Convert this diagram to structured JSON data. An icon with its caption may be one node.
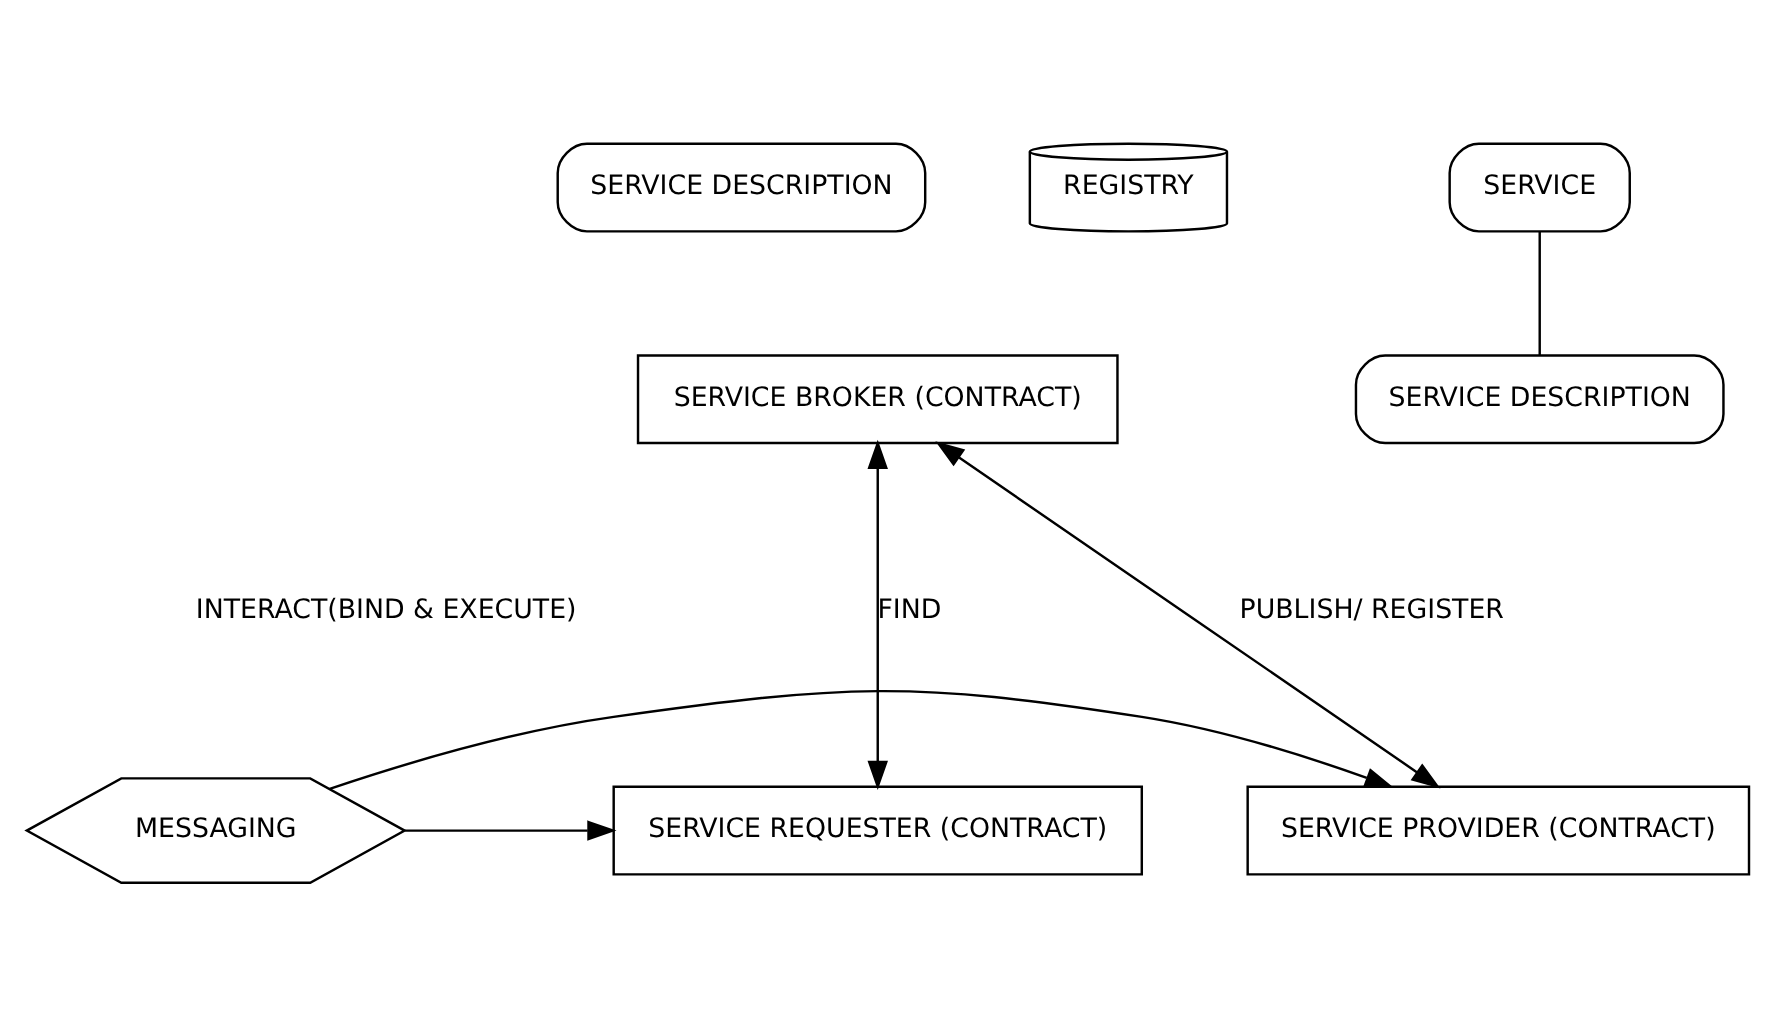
{
  "diagram": {
    "nodes": [
      {
        "text": [
          "SERVICE DESCRIPTION"
        ]
      },
      {
        "text": [
          "REGISTRY"
        ]
      },
      {
        "text": [
          "SERVICE BROKER (CONTRACT)"
        ]
      },
      {
        "text": [
          "SERVICE REQUESTER (CONTRACT)"
        ]
      },
      {
        "text": [
          "MESSAGING"
        ]
      },
      {
        "text": [
          "SERVICE PROVIDER (CONTRACT)"
        ]
      },
      {
        "text": [
          "SERVICE"
        ]
      },
      {
        "text": [
          "SERVICE DESCRIPTION"
        ]
      }
    ],
    "edges": [
      {
        "from": 2,
        "to": 3,
        "arrow": "both",
        "label": "FIND"
      },
      {
        "from": 2,
        "to": 5,
        "arrow": "both",
        "label": "PUBLISH/ REGISTER"
      },
      {
        "from": 4,
        "to": 3,
        "arrow": "to"
      },
      {
        "from": 4,
        "to": 5,
        "arrow": "to"
      },
      {
        "from": 6,
        "to": 7,
        "arrow": "none"
      }
    ],
    "labels": [
      "INTERACT(BIND & EXECUTE)"
    ]
  }
}
